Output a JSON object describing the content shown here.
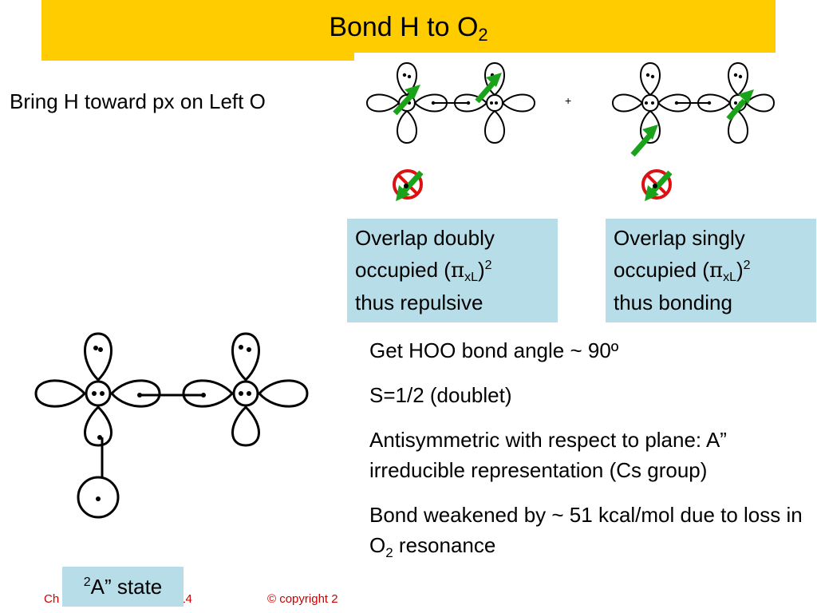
{
  "title": {
    "text": "Bond H to O",
    "sub": "2"
  },
  "intro": "Bring H toward px on Left O",
  "overlap_boxes": [
    {
      "line1": "Overlap doubly",
      "line2_pre": "occupied (",
      "pi": "π",
      "sub": "xL",
      "close": ")",
      "sup": "2",
      "line3": "thus repulsive"
    },
    {
      "line1": "Overlap singly",
      "line2_pre": "occupied (",
      "pi": "π",
      "sub": "xL",
      "close": ")",
      "sup": "2",
      "line3": "thus bonding"
    }
  ],
  "plus_sign": "+",
  "bullets": [
    "Get HOO bond angle ~ 90º",
    "S=1/2 (doublet)",
    "Antisymmetric with respect to plane: A” irreducible representation (Cs group)"
  ],
  "bullet_last": {
    "pre": "Bond weakened by ~ 51 kcal/mol due to loss in O",
    "sub": "2",
    "post": " resonance"
  },
  "state_label": {
    "sup": "2",
    "text": "A” state"
  },
  "footer": {
    "left": "Ch",
    "left_end": "14",
    "right": "© copyright 2"
  },
  "colors": {
    "title_bg": "#ffcc00",
    "box_bg": "#b7dde8",
    "arrow_green": "#1aa31a",
    "no_red": "#dd1111",
    "footer_red": "#cc0000"
  }
}
